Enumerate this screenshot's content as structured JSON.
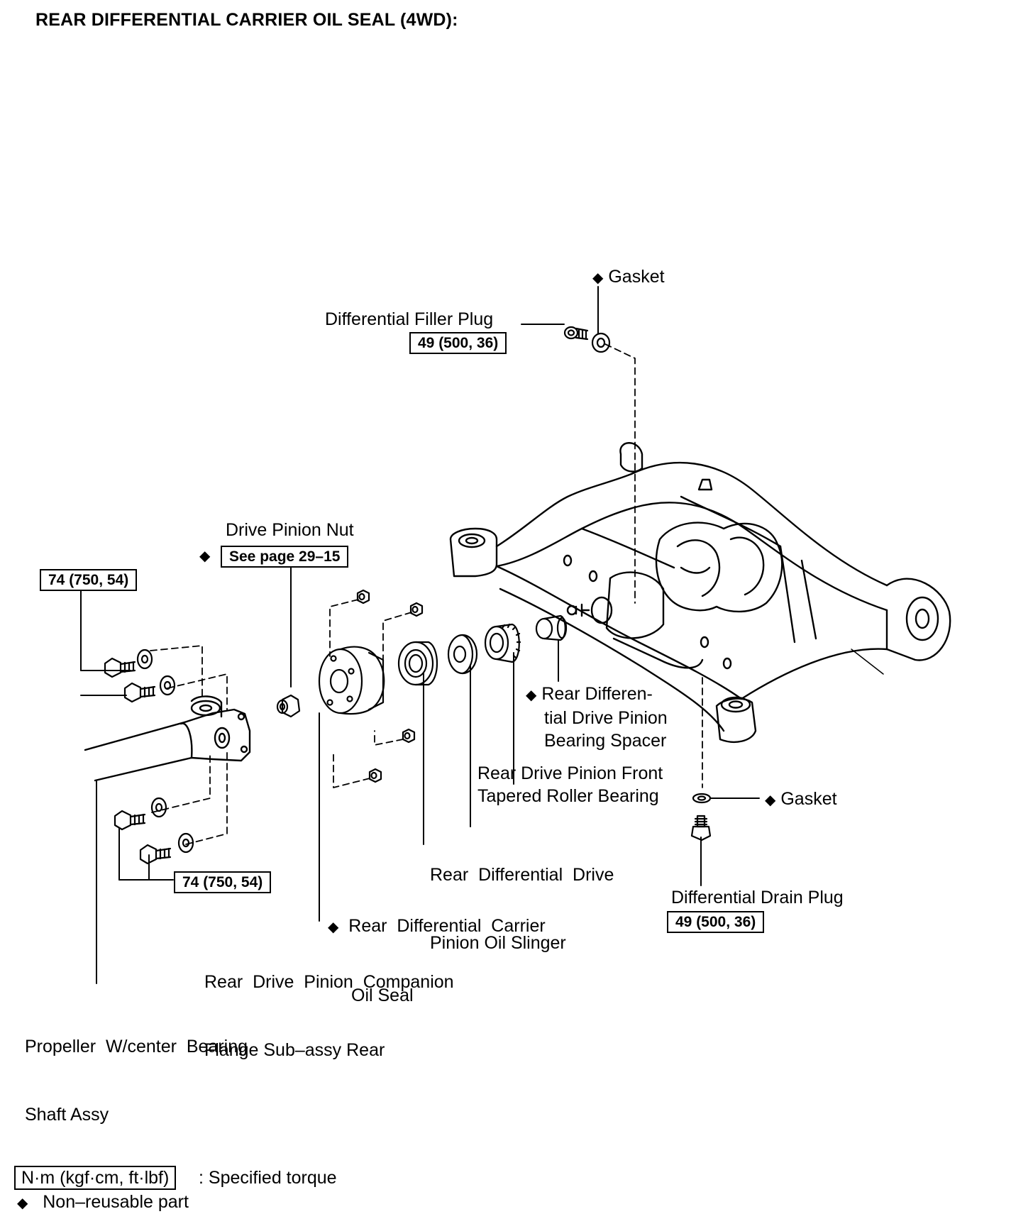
{
  "title": "REAR DIFFERENTIAL CARRIER OIL SEAL (4WD):",
  "labels": {
    "gasket_top": "Gasket",
    "filler_plug": "Differential Filler Plug",
    "filler_torque": "49 (500, 36)",
    "drive_pinion_nut": "Drive Pinion Nut",
    "see_page": "See page 29–15",
    "torque_upper": "74 (750, 54)",
    "spacer_1": "Rear Differen-",
    "spacer_2": "tial Drive Pinion",
    "spacer_3": "Bearing Spacer",
    "bearing_1": "Rear Drive Pinion Front",
    "bearing_2": "Tapered Roller Bearing",
    "gasket_bottom": "Gasket",
    "slinger_1": "Rear  Differential  Drive",
    "slinger_2": "Pinion Oil Slinger",
    "oilseal_1": "Rear  Differential  Carrier",
    "oilseal_2": "Oil Seal",
    "drain_plug": "Differential Drain Plug",
    "drain_torque": "49 (500, 36)",
    "torque_lower": "74 (750, 54)",
    "flange_1": "Rear  Drive  Pinion  Companion",
    "flange_2": "Flange Sub–assy Rear",
    "propeller_1": "Propeller  W/center  Bearing",
    "propeller_2": "Shaft Assy"
  },
  "legend": {
    "torque_unit": "N·m (kgf·cm, ft·lbf)",
    "torque_text": ": Specified torque",
    "nonreusable_text": "Non–reusable part"
  },
  "icons": {
    "nonreusable_marker": "black-diamond"
  }
}
